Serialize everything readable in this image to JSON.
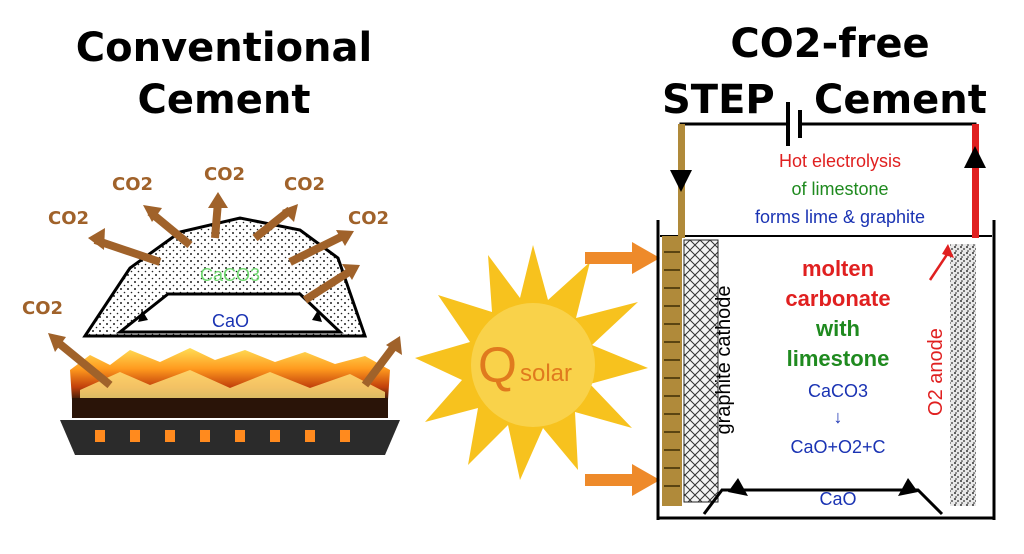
{
  "conventional": {
    "title_line1": "Conventional",
    "title_line2": "Cement",
    "co2_label": "CO2",
    "caco3_label": "CaCO3",
    "cao_label": "CaO"
  },
  "sun": {
    "q_label": "Q",
    "solar_label": "solar"
  },
  "step": {
    "title_line1": "CO2-free",
    "title_step": "STEP",
    "title_cement": "Cement",
    "hot_electrolysis": "Hot electrolysis",
    "of_limestone": "of limestone",
    "forms_lime": "forms lime & graphite",
    "molten": "molten",
    "carbonate": "carbonate",
    "with": "with",
    "limestone": "limestone",
    "caco3": "CaCO3",
    "arrow": "↓",
    "products": "CaO+O2+C",
    "cao": "CaO",
    "cathode_label": "graphite  cathode",
    "anode_label": "O2  anode"
  },
  "colors": {
    "co2_brown": "#a0622a",
    "caco3_green": "#6fd86f",
    "cao_blue": "#1a33b3",
    "hot_red": "#e02020",
    "limestone_green": "#1f8a1f",
    "sun_yellow": "#f7c21e",
    "solar_orange": "#e07a1e",
    "heat_arrow": "#ee8a2a"
  }
}
